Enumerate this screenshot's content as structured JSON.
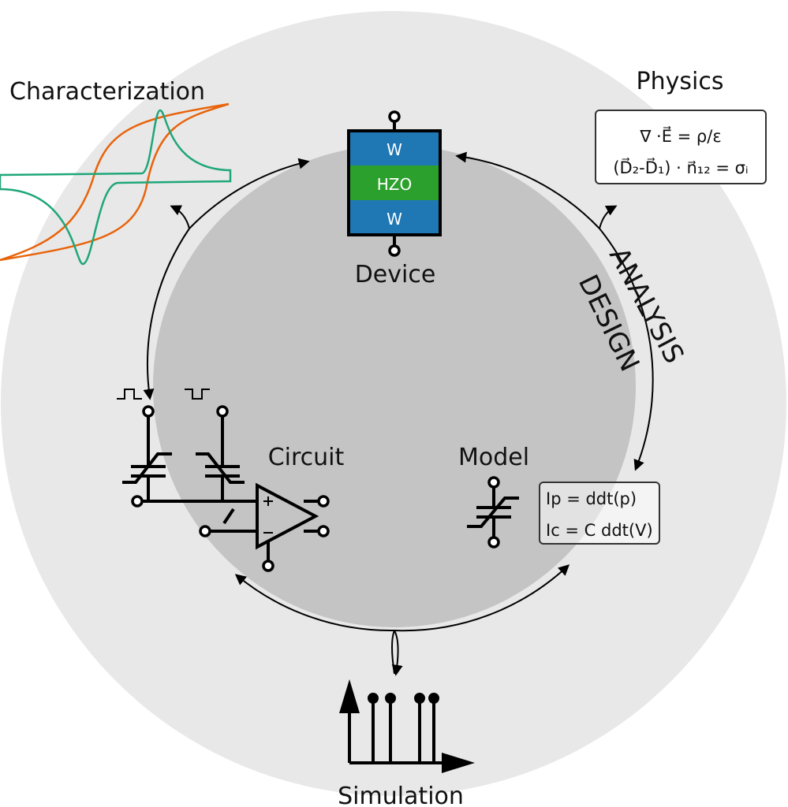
{
  "labels": {
    "characterization": "Characterization",
    "physics": "Physics",
    "device": "Device",
    "circuit": "Circuit",
    "model": "Model",
    "simulation": "Simulation",
    "analysis": "ANALYSIS",
    "design": "DESIGN"
  },
  "device_layers": [
    {
      "label": "W",
      "color": "#1f77b4"
    },
    {
      "label": "HZO",
      "color": "#2ca02c"
    },
    {
      "label": "W",
      "color": "#1f77b4"
    }
  ],
  "physics_equations": {
    "line1": "∇ ·E⃗ = ρ/ε",
    "line2": "(D⃗₂-D⃗₁) · n⃗₁₂ = σᵢ"
  },
  "model_equations": {
    "line1": "Ip = ddt(p)",
    "line2": "Ic = C ddt(V)"
  },
  "colors": {
    "outer_circle": "#e8e8e8",
    "inner_circle": "#c4c4c4",
    "hysteresis_orange": "#e8640c",
    "current_green": "#1fa67a"
  }
}
